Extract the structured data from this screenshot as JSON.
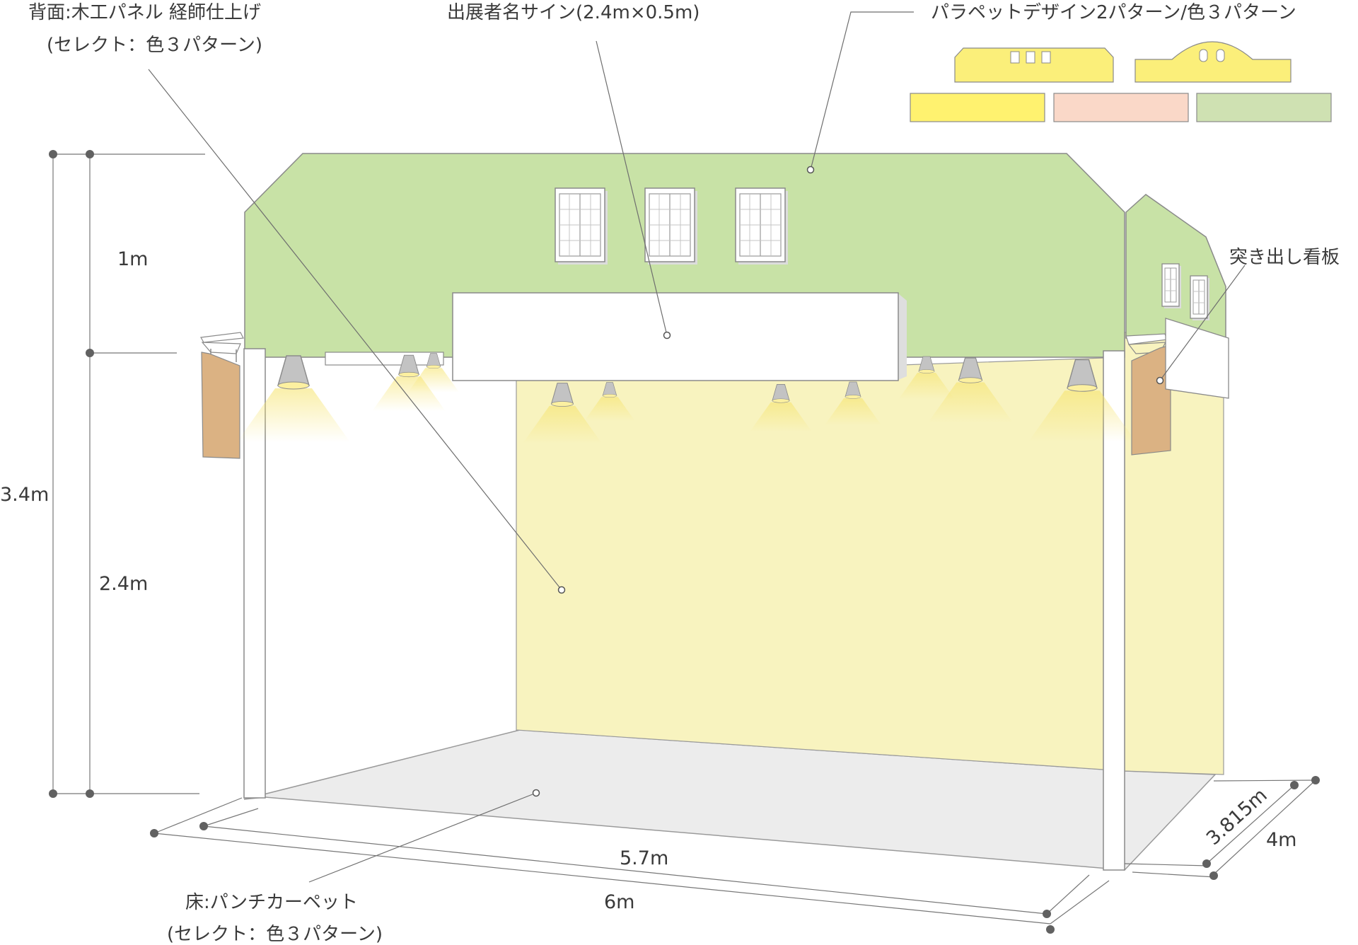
{
  "labels": {
    "back_wall": "背面:木工パネル 経師仕上げ",
    "back_wall_note": "(セレクト：色３パターン)",
    "fascia_sign": "出展者名サイン(2.4m×0.5m)",
    "parapet": "パラペットデザイン2パターン/色３パターン",
    "projecting_sign": "突き出し看板",
    "floor": "床:パンチカーペット",
    "floor_note": "(セレクト：色３パターン)"
  },
  "dimensions": {
    "parapet_height": "1m",
    "wall_height": "2.4m",
    "total_height": "3.4m",
    "inner_width": "5.7m",
    "outer_width": "6m",
    "inner_depth": "3.815m",
    "outer_depth": "4m"
  },
  "colors": {
    "parapet_green": "#c8e2a6",
    "wall_yellow": "#f8f3bf",
    "floor_grey": "#ececec",
    "wood_panel": "#dbb283",
    "swatch_yellow": "#fff26f",
    "swatch_pink": "#fad8c8",
    "swatch_green": "#cfe1b2",
    "option_yellow": "#fbef7a",
    "light_beam": "#f6e36a",
    "line": "#777777",
    "dot": "#616161"
  },
  "icons": {
    "window": "window-icon",
    "spotlight": "spotlight-icon",
    "dimension_point": "dimension-point-icon",
    "callout_point": "callout-point-icon"
  }
}
